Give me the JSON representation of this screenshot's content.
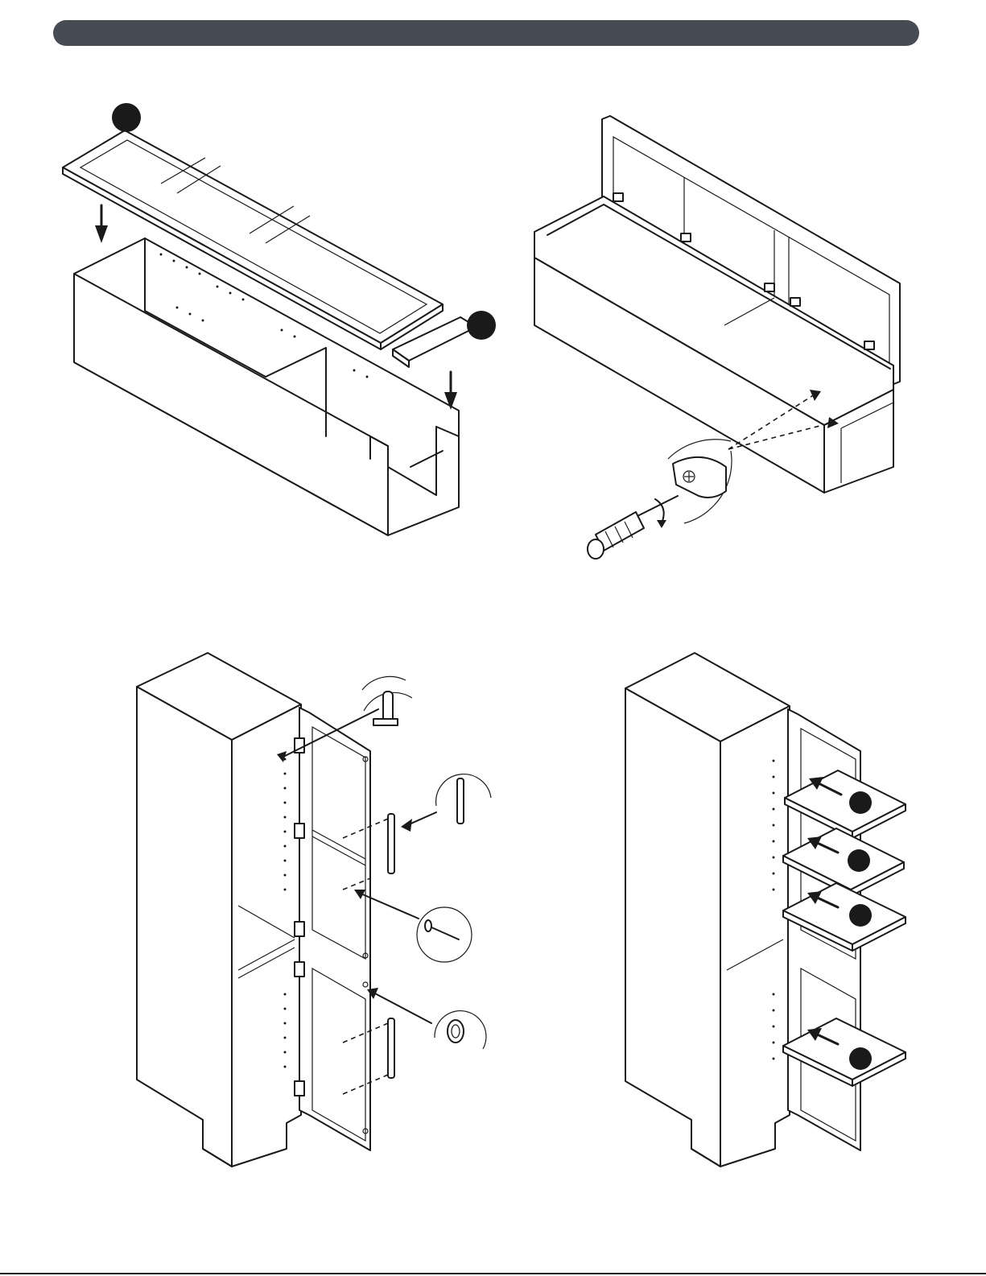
{
  "colors": {
    "header_bar": "#474c54",
    "line": "#1a1a1a",
    "callout_marker": "#1a1a1a",
    "background": "#ffffff"
  },
  "steps": [
    {
      "id": "top-panel-placement",
      "icons": [
        "down-arrow-icon",
        "down-arrow-icon"
      ],
      "callout_markers": 2
    },
    {
      "id": "lid-hinge-fastening",
      "icons": [
        "screwdriver-icon",
        "cam-lock-icon"
      ],
      "callout_markers": 0
    },
    {
      "id": "door-hardware",
      "icons": [
        "hinge-icon",
        "handle-icon",
        "screw-icon",
        "washer-icon"
      ],
      "callout_markers": 0
    },
    {
      "id": "shelf-insertion",
      "icons": [
        "left-arrow-icon",
        "left-arrow-icon",
        "left-arrow-icon",
        "left-arrow-icon"
      ],
      "callout_markers": 4
    }
  ]
}
